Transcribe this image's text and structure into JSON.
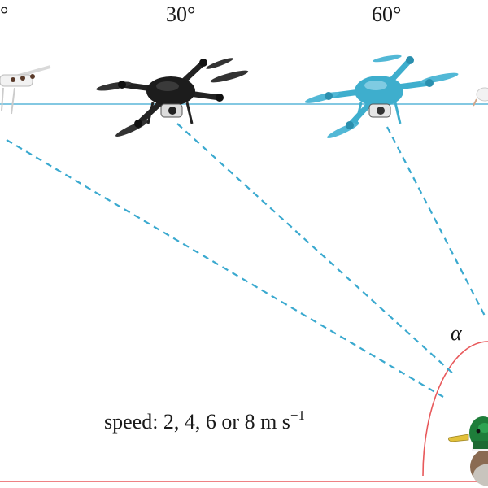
{
  "angle_labels": {
    "left_partial": "°",
    "a30": "30°",
    "a60": "60°"
  },
  "alpha_label": "α",
  "speed_text": {
    "main": "speed: 2, 4, 6 or 8 m s",
    "exponent": "−1"
  },
  "colors": {
    "flight_line": "#5ab6d8",
    "sight_line": "#3aa9cf",
    "ground_line": "#e8595b",
    "arc": "#e8595b",
    "drone_black": "#222222",
    "drone_blue": "#3eaecd",
    "drone_white": "#f2f2f2",
    "duck_green": "#1e7d3a",
    "duck_bill": "#e2c13a"
  },
  "icons": [
    "drone-white-icon",
    "drone-black-icon",
    "drone-blue-icon",
    "mallard-duck-icon"
  ]
}
